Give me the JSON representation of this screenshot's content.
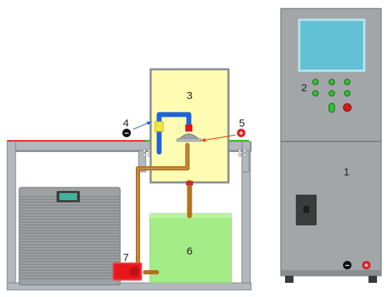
{
  "labels": {
    "cabinet": "1",
    "control_panel": "2",
    "test_chamber": "3",
    "negative_electrode": "4",
    "positive_electrode": "5",
    "tank": "6",
    "pump": "7"
  },
  "symbols": {
    "negative": "−",
    "positive": "+"
  },
  "colors": {
    "frame": "#a9aeb3",
    "frame_dark": "#7c8187",
    "cabinet": "#a3a6a9",
    "cabinet_dark": "#8a8d90",
    "screen": "#62c1d5",
    "screen_border": "#b9e7f0",
    "chamber": "#fdfcb2",
    "tank": "#a4ec86",
    "pipe": "#b4711f",
    "blue_pipe": "#1f63d8",
    "red_line": "#e23131",
    "green_line": "#33c11d",
    "pump": "#e8171c",
    "green_button": "#2ec12d",
    "red_button": "#d81a1a",
    "ps_face": "#9ea1a4",
    "ps_display": "#3fb39c"
  }
}
